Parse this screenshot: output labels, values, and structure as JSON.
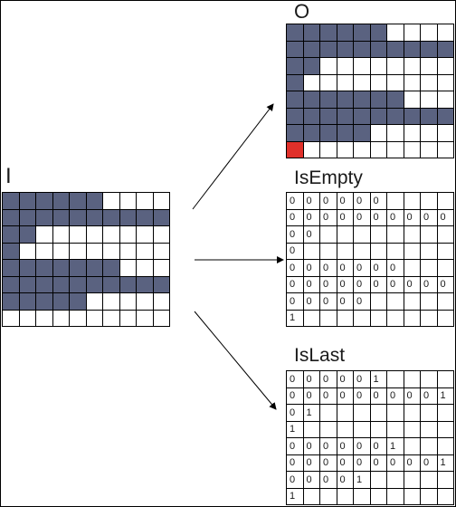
{
  "labels": {
    "input": "I",
    "output": "O",
    "is_empty": "IsEmpty",
    "is_last": "IsLast"
  },
  "colors": {
    "filled": "#5a6280",
    "marked": "#e0302a",
    "line": "#000000"
  },
  "input_grid": [
    [
      1,
      1,
      1,
      1,
      1,
      1,
      0,
      0,
      0,
      0
    ],
    [
      1,
      1,
      1,
      1,
      1,
      1,
      1,
      1,
      1,
      1
    ],
    [
      1,
      1,
      0,
      0,
      0,
      0,
      0,
      0,
      0,
      0
    ],
    [
      1,
      0,
      0,
      0,
      0,
      0,
      0,
      0,
      0,
      0
    ],
    [
      1,
      1,
      1,
      1,
      1,
      1,
      1,
      0,
      0,
      0
    ],
    [
      1,
      1,
      1,
      1,
      1,
      1,
      1,
      1,
      1,
      1
    ],
    [
      1,
      1,
      1,
      1,
      1,
      0,
      0,
      0,
      0,
      0
    ],
    [
      0,
      0,
      0,
      0,
      0,
      0,
      0,
      0,
      0,
      0
    ]
  ],
  "output_grid": [
    [
      1,
      1,
      1,
      1,
      1,
      1,
      0,
      0,
      0,
      0
    ],
    [
      1,
      1,
      1,
      1,
      1,
      1,
      1,
      1,
      1,
      1
    ],
    [
      1,
      1,
      0,
      0,
      0,
      0,
      0,
      0,
      0,
      0
    ],
    [
      1,
      0,
      0,
      0,
      0,
      0,
      0,
      0,
      0,
      0
    ],
    [
      1,
      1,
      1,
      1,
      1,
      1,
      1,
      0,
      0,
      0
    ],
    [
      1,
      1,
      1,
      1,
      1,
      1,
      1,
      1,
      1,
      1
    ],
    [
      1,
      1,
      1,
      1,
      1,
      0,
      0,
      0,
      0,
      0
    ],
    [
      2,
      0,
      0,
      0,
      0,
      0,
      0,
      0,
      0,
      0
    ]
  ],
  "is_empty_grid": [
    [
      "0",
      "0",
      "0",
      "0",
      "0",
      "0",
      "",
      "",
      "",
      ""
    ],
    [
      "0",
      "0",
      "0",
      "0",
      "0",
      "0",
      "0",
      "0",
      "0",
      "0"
    ],
    [
      "0",
      "0",
      "",
      "",
      "",
      "",
      "",
      "",
      "",
      ""
    ],
    [
      "0",
      "",
      "",
      "",
      "",
      "",
      "",
      "",
      "",
      ""
    ],
    [
      "0",
      "0",
      "0",
      "0",
      "0",
      "0",
      "0",
      "",
      "",
      ""
    ],
    [
      "0",
      "0",
      "0",
      "0",
      "0",
      "0",
      "0",
      "0",
      "0",
      "0"
    ],
    [
      "0",
      "0",
      "0",
      "0",
      "0",
      "",
      "",
      "",
      "",
      ""
    ],
    [
      "1",
      "",
      "",
      "",
      "",
      "",
      "",
      "",
      "",
      ""
    ]
  ],
  "is_last_grid": [
    [
      "0",
      "0",
      "0",
      "0",
      "0",
      "1",
      "",
      "",
      "",
      ""
    ],
    [
      "0",
      "0",
      "0",
      "0",
      "0",
      "0",
      "0",
      "0",
      "0",
      "1"
    ],
    [
      "0",
      "1",
      "",
      "",
      "",
      "",
      "",
      "",
      "",
      ""
    ],
    [
      "1",
      "",
      "",
      "",
      "",
      "",
      "",
      "",
      "",
      ""
    ],
    [
      "0",
      "0",
      "0",
      "0",
      "0",
      "0",
      "1",
      "",
      "",
      ""
    ],
    [
      "0",
      "0",
      "0",
      "0",
      "0",
      "0",
      "0",
      "0",
      "0",
      "1"
    ],
    [
      "0",
      "0",
      "0",
      "0",
      "1",
      "",
      "",
      "",
      "",
      ""
    ],
    [
      "1",
      "",
      "",
      "",
      "",
      "",
      "",
      "",
      "",
      ""
    ]
  ]
}
